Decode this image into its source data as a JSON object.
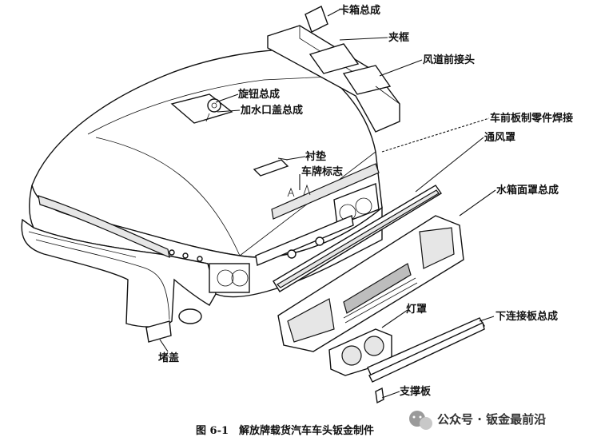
{
  "labels": {
    "card_box": "卡箱总成",
    "clamp_frame": "夹框",
    "air_duct_joint": "风道前接头",
    "knob": "旋钮总成",
    "filler_cap": "加水口盖总成",
    "front_panel_weld": "车前板制零件焊接",
    "gasket": "衬垫",
    "vent_cover": "通风罩",
    "brand_badge": "车牌标志",
    "radiator_grille": "水箱面罩总成",
    "lamp_cover": "灯罩",
    "lower_panel": "下连接板总成",
    "plug_cover": "堵盖",
    "support_plate": "支撑板"
  },
  "caption": "图 6-1　解放牌载货汽车车头钣金制件",
  "watermark": {
    "icon": "wechat-icon",
    "text": "公众号 · 钣金最前沿"
  }
}
